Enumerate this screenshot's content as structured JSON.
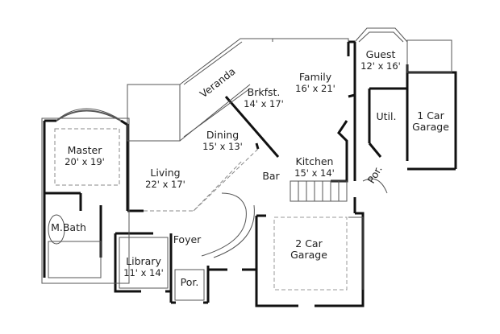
{
  "plan": {
    "rooms": [
      {
        "id": "master",
        "name": "Master",
        "dims": "20' x 19'"
      },
      {
        "id": "living",
        "name": "Living",
        "dims": "22' x 17'"
      },
      {
        "id": "dining",
        "name": "Dining",
        "dims": "15' x 13'"
      },
      {
        "id": "brkfst",
        "name": "Brkfst.",
        "dims": "14' x 17'"
      },
      {
        "id": "family",
        "name": "Family",
        "dims": "16' x 21'"
      },
      {
        "id": "guest",
        "name": "Guest",
        "dims": "12' x 16'"
      },
      {
        "id": "util",
        "name": "Util.",
        "dims": ""
      },
      {
        "id": "one_car_garage",
        "name": "1 Car",
        "dims": "Garage"
      },
      {
        "id": "kitchen",
        "name": "Kitchen",
        "dims": "15' x 14'"
      },
      {
        "id": "bar",
        "name": "Bar",
        "dims": ""
      },
      {
        "id": "por_side",
        "name": "Por.",
        "dims": ""
      },
      {
        "id": "mbath",
        "name": "M.Bath",
        "dims": ""
      },
      {
        "id": "foyer",
        "name": "Foyer",
        "dims": ""
      },
      {
        "id": "library",
        "name": "Library",
        "dims": "11' x 14'"
      },
      {
        "id": "por_front",
        "name": "Por.",
        "dims": ""
      },
      {
        "id": "two_car_garage",
        "name": "2 Car",
        "dims": "Garage"
      },
      {
        "id": "veranda",
        "name": "Veranda",
        "dims": ""
      }
    ],
    "colors": {
      "wall": "#111111",
      "thin": "#555555",
      "dash": "#888888",
      "bg": "#ffffff"
    }
  }
}
